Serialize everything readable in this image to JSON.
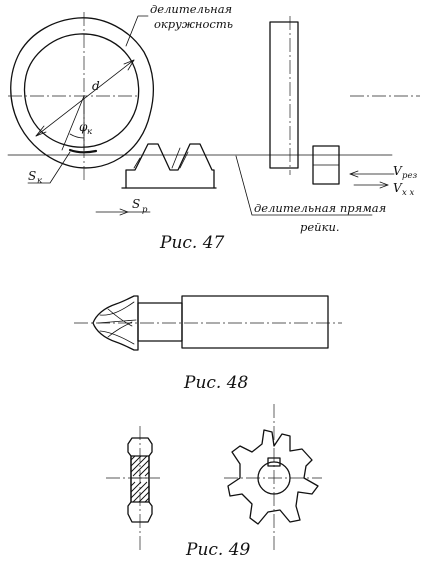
{
  "figures": [
    {
      "caption": "Рис. 47",
      "labels": {
        "pitch_circle": [
          "делительная",
          "окружность"
        ],
        "diameter": "d",
        "angle": "φ",
        "angle_sub": "к",
        "s_circle": "S",
        "s_circle_sub": "к",
        "s_rack": "S",
        "s_rack_sub": "р",
        "pitch_line": [
          "делительная прямая",
          "рейки."
        ],
        "v_cut": "V",
        "v_cut_sub": "рез",
        "v_idle": "V",
        "v_idle_sub": "x x"
      }
    },
    {
      "caption": "Рис. 48"
    },
    {
      "caption": "Рис. 49"
    }
  ],
  "colors": {
    "ink": "#111111",
    "paper": "#ffffff"
  }
}
